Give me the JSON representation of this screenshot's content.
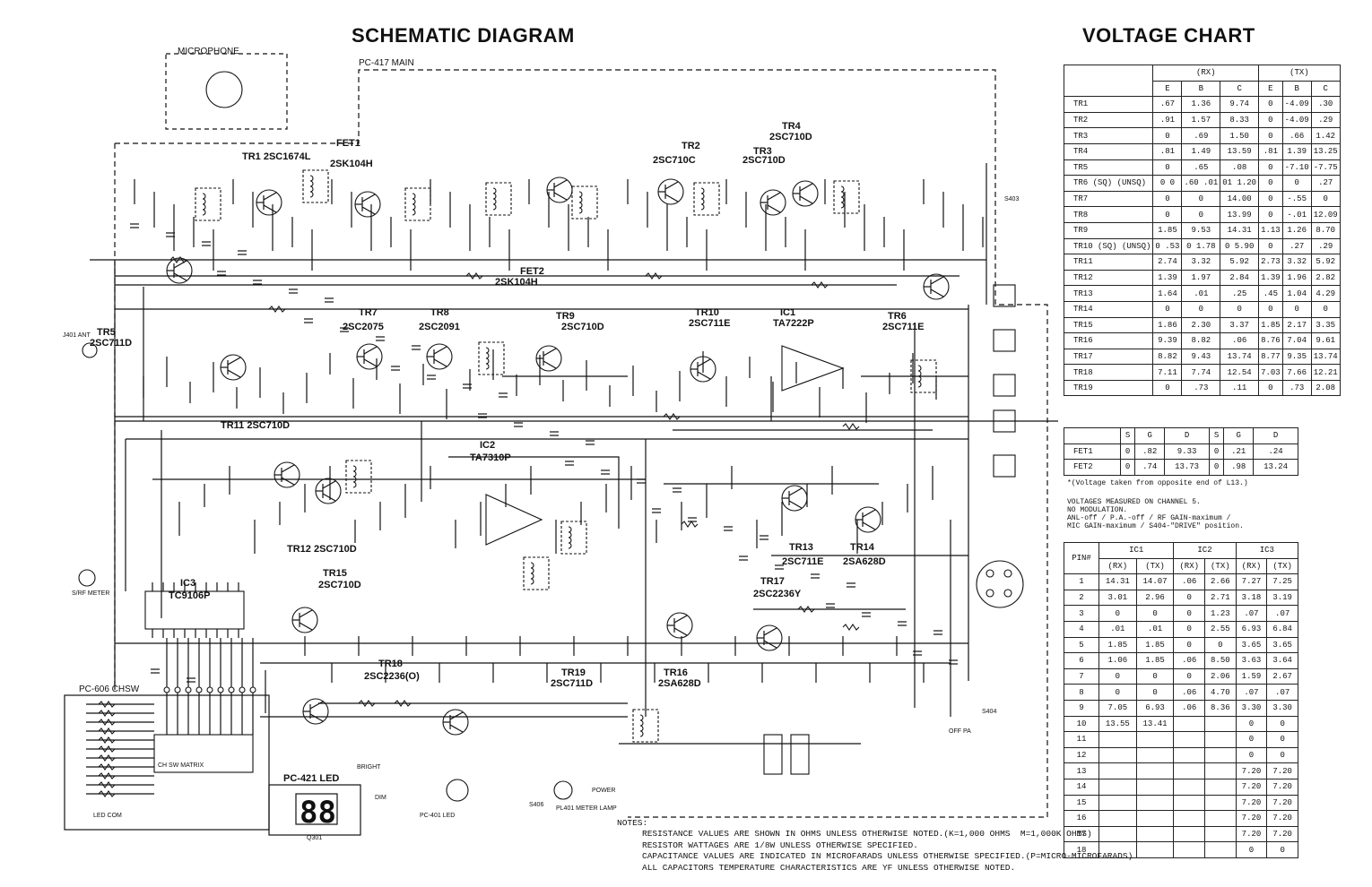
{
  "titles": {
    "schematic": "SCHEMATIC DIAGRAM",
    "voltage": "VOLTAGE CHART"
  },
  "labels": {
    "microphone": "MICROPHONE",
    "pc417": "PC-417  MAIN",
    "tr1": "TR1 2SC1674L",
    "fet1": "FET1",
    "fet1_part": "2SK104H",
    "tr2": "TR2",
    "tr2_part": "2SC710C",
    "tr3": "TR3",
    "tr3_part": "2SC710D",
    "tr4": "TR4",
    "tr4_part": "2SC710D",
    "fet2": "FET2",
    "fet2_part": "2SK104H",
    "tr5": "TR5",
    "tr5_part": "2SC711D",
    "tr7": "TR7",
    "tr7_part": "2SC2075",
    "tr8": "TR8",
    "tr8_part": "2SC2091",
    "tr9": "TR9",
    "tr9_part": "2SC710D",
    "tr10": "TR10",
    "tr10_part": "2SC711E",
    "ic1": "IC1",
    "ic1_part": "TA7222P",
    "tr6": "TR6",
    "tr6_part": "2SC711E",
    "tr11": "TR11  2SC710D",
    "ic2": "IC2",
    "ic2_part": "TA7310P",
    "tr12": "TR12 2SC710D",
    "ic3": "IC3",
    "ic3_part": "TC9106P",
    "tr15": "TR15",
    "tr15_part": "2SC710D",
    "tr13": "TR13",
    "tr13_part": "2SC711E",
    "tr14": "TR14",
    "tr14_part": "2SA628D",
    "tr17": "TR17",
    "tr17_part": "2SC2236Y",
    "tr18": "TR18",
    "tr18_part": "2SC2236(O)",
    "tr19": "TR19",
    "tr19_part": "2SC711D",
    "tr16": "TR16",
    "tr16_part": "2SA628D",
    "pc606": "PC-606      CHSW",
    "pc421": "PC-421 LED",
    "seg": "88",
    "j401": "J401 ANT",
    "smeter": "S/RF METER",
    "pc401": "PC-401 LED",
    "meter_lamp": "PL401 METER LAMP",
    "power": "POWER",
    "ch_sw": "CH SW  MATRIX",
    "off_pa": "OFF  PA",
    "s403": "S403",
    "s404": "S404",
    "s406": "S406",
    "dim": "DIM",
    "bright": "BRIGHT",
    "led_com": "LED COM",
    "q301": "Q301"
  },
  "notes": {
    "heading": "NOTES:",
    "lines": [
      "RESISTANCE VALUES ARE SHOWN IN OHMS UNLESS OTHERWISE NOTED.(K=1,000 OHMS  M=1,000K OHMS)",
      "RESISTOR WATTAGES ARE 1/8W UNLESS OTHERWISE SPECIFIED.",
      "CAPACITANCE VALUES ARE INDICATED IN MICROFARADS UNLESS OTHERWISE SPECIFIED.(P=MICRO-MICROFARADS)",
      "ALL CAPACITORS TEMPERATURE CHARACTERISTICS ARE YF UNLESS OTHERWISE NOTED."
    ]
  },
  "voltage_chart": {
    "tr_header": {
      "rx": "(RX)",
      "tx": "(TX)",
      "cols": [
        "E",
        "B",
        "C",
        "E",
        "B",
        "C"
      ]
    },
    "tr_rows": [
      {
        "label": "TR1",
        "vals": [
          ".67",
          "1.36",
          "9.74",
          "0",
          "-4.09",
          ".30"
        ]
      },
      {
        "label": "TR2",
        "vals": [
          ".91",
          "1.57",
          "8.33",
          "0",
          "-4.09",
          ".29"
        ]
      },
      {
        "label": "TR3",
        "vals": [
          "0",
          ".69",
          "1.50",
          "0",
          ".66",
          "1.42"
        ]
      },
      {
        "label": "TR4",
        "vals": [
          ".81",
          "1.49",
          "13.59",
          ".81",
          "1.39",
          "13.25"
        ]
      },
      {
        "label": "TR5",
        "vals": [
          "0",
          ".65",
          ".08",
          "0",
          "-7.10",
          "-7.75"
        ]
      },
      {
        "label": "TR6 (SQ) (UNSQ)",
        "vals": [
          "0\n0",
          ".60\n.01",
          "01\n1.20",
          "0",
          "0",
          ".27"
        ]
      },
      {
        "label": "TR7",
        "vals": [
          "0",
          "0",
          "14.00",
          "0",
          "-.55",
          "0"
        ]
      },
      {
        "label": "TR8",
        "vals": [
          "0",
          "0",
          "13.99",
          "0",
          "-.01",
          "12.09"
        ]
      },
      {
        "label": "TR9",
        "vals": [
          "1.85",
          "9.53",
          "14.31",
          "1.13",
          "1.26",
          "8.70"
        ]
      },
      {
        "label": "TR10 (SQ) (UNSQ)",
        "vals": [
          "0\n.53",
          "0\n1.78",
          "0\n5.90",
          "0",
          ".27",
          ".29"
        ]
      },
      {
        "label": "TR11",
        "vals": [
          "2.74",
          "3.32",
          "5.92",
          "2.73",
          "3.32",
          "5.92"
        ]
      },
      {
        "label": "TR12",
        "vals": [
          "1.39",
          "1.97",
          "2.84",
          "1.39",
          "1.96",
          "2.82"
        ]
      },
      {
        "label": "TR13",
        "vals": [
          "1.64",
          ".01",
          ".25",
          ".45",
          "1.04",
          "4.29"
        ]
      },
      {
        "label": "TR14",
        "vals": [
          "0",
          "0",
          "0",
          "0",
          "0",
          "0"
        ]
      },
      {
        "label": "TR15",
        "vals": [
          "1.86",
          "2.30",
          "3.37",
          "1.85",
          "2.17",
          "3.35"
        ]
      },
      {
        "label": "TR16",
        "vals": [
          "9.39",
          "8.82",
          ".06",
          "8.76",
          "7.04",
          "9.61"
        ]
      },
      {
        "label": "TR17",
        "vals": [
          "8.82",
          "9.43",
          "13.74",
          "8.77",
          "9.35",
          "13.74"
        ]
      },
      {
        "label": "TR18",
        "vals": [
          "7.11",
          "7.74",
          "12.54",
          "7.03",
          "7.66",
          "12.21"
        ]
      },
      {
        "label": "TR19",
        "vals": [
          "0",
          ".73",
          ".11",
          "0",
          ".73",
          "2.08"
        ]
      }
    ],
    "fet_header": [
      "S",
      "G",
      "D",
      "S",
      "G",
      "D"
    ],
    "fet_rows": [
      {
        "label": "FET1",
        "vals": [
          "0",
          ".82",
          "9.33",
          "0",
          ".21",
          ".24"
        ]
      },
      {
        "label": "FET2",
        "vals": [
          "0",
          ".74",
          "13.73",
          "0",
          ".98",
          "13.24"
        ]
      }
    ],
    "footnote": "*(Voltage taken from opposite end of L13.)",
    "conditions": [
      "VOLTAGES MEASURED ON CHANNEL 5.",
      "NO MODULATION.",
      "ANL-off / P.A.-off / RF GAIN-maximum /",
      "MIC GAIN-maximum / S404-\"DRIVE\" position."
    ],
    "ic_header": {
      "pin": "PIN#",
      "ic1": "IC1",
      "ic2": "IC2",
      "ic3": "IC3",
      "rx": "(RX)",
      "tx": "(TX)"
    },
    "ic_rows": [
      {
        "pin": "1",
        "vals": [
          "14.31",
          "14.07",
          ".06",
          "2.66",
          "7.27",
          "7.25"
        ]
      },
      {
        "pin": "2",
        "vals": [
          "3.01",
          "2.96",
          "0",
          "2.71",
          "3.18",
          "3.19"
        ]
      },
      {
        "pin": "3",
        "vals": [
          "0",
          "0",
          "0",
          "1.23",
          ".07",
          ".07"
        ]
      },
      {
        "pin": "4",
        "vals": [
          ".01",
          ".01",
          "0",
          "2.55",
          "6.93",
          "6.84"
        ]
      },
      {
        "pin": "5",
        "vals": [
          "1.85",
          "1.85",
          "0",
          "0",
          "3.65",
          "3.65"
        ]
      },
      {
        "pin": "6",
        "vals": [
          "1.06",
          "1.85",
          ".06",
          "8.50",
          "3.63",
          "3.64"
        ]
      },
      {
        "pin": "7",
        "vals": [
          "0",
          "0",
          "0",
          "2.06",
          "1.59",
          "2.67"
        ]
      },
      {
        "pin": "8",
        "vals": [
          "0",
          "0",
          ".06",
          "4.70",
          ".07",
          ".07"
        ]
      },
      {
        "pin": "9",
        "vals": [
          "7.05",
          "6.93",
          ".06",
          "8.36",
          "3.30",
          "3.30"
        ]
      },
      {
        "pin": "10",
        "vals": [
          "13.55",
          "13.41",
          "",
          "",
          "0",
          "0"
        ]
      },
      {
        "pin": "11",
        "vals": [
          "",
          "",
          "",
          "",
          "0",
          "0"
        ]
      },
      {
        "pin": "12",
        "vals": [
          "",
          "",
          "",
          "",
          "0",
          "0"
        ]
      },
      {
        "pin": "13",
        "vals": [
          "",
          "",
          "",
          "",
          "7.20",
          "7.20"
        ]
      },
      {
        "pin": "14",
        "vals": [
          "",
          "",
          "",
          "",
          "7.20",
          "7.20"
        ]
      },
      {
        "pin": "15",
        "vals": [
          "",
          "",
          "",
          "",
          "7.20",
          "7.20"
        ]
      },
      {
        "pin": "16",
        "vals": [
          "",
          "",
          "",
          "",
          "7.20",
          "7.20"
        ]
      },
      {
        "pin": "17",
        "vals": [
          "",
          "",
          "",
          "",
          "7.20",
          "7.20"
        ]
      },
      {
        "pin": "18",
        "vals": [
          "",
          "",
          "",
          "",
          "0",
          "0"
        ]
      }
    ]
  }
}
